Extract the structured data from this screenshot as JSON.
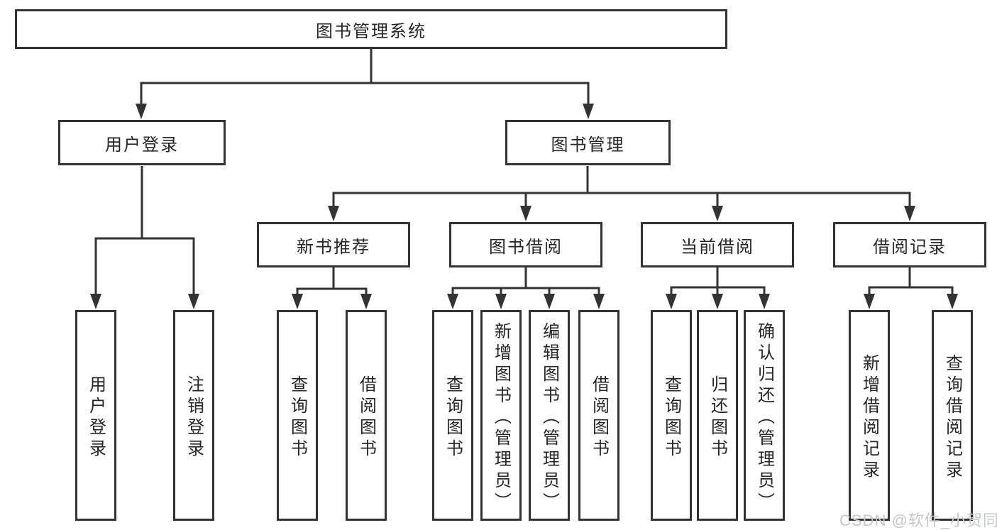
{
  "diagram": {
    "root": {
      "label": "图书管理系统"
    },
    "level2": [
      {
        "label": "用户登录"
      },
      {
        "label": "图书管理"
      }
    ],
    "level3": [
      {
        "label": "新书推荐"
      },
      {
        "label": "图书借阅"
      },
      {
        "label": "当前借阅"
      },
      {
        "label": "借阅记录"
      }
    ],
    "leaves": [
      {
        "label": "用户登录"
      },
      {
        "label": "注销登录"
      },
      {
        "label": "查询图书"
      },
      {
        "label": "借阅图书"
      },
      {
        "label": "查询图书"
      },
      {
        "label": "新增图书（管理员）"
      },
      {
        "label": "编辑图书（管理员）"
      },
      {
        "label": "借阅图书"
      },
      {
        "label": "查询图书"
      },
      {
        "label": "归还图书"
      },
      {
        "label": "确认归还（管理员）"
      },
      {
        "label": "新增借阅记录"
      },
      {
        "label": "查询借阅记录"
      }
    ],
    "watermark": "CSDN @软件_小贺同学",
    "colors": {
      "line": "#333333",
      "box_border": "#333333",
      "text": "#262626",
      "background": "#ffffff",
      "watermark": "#c4c8cd"
    }
  }
}
